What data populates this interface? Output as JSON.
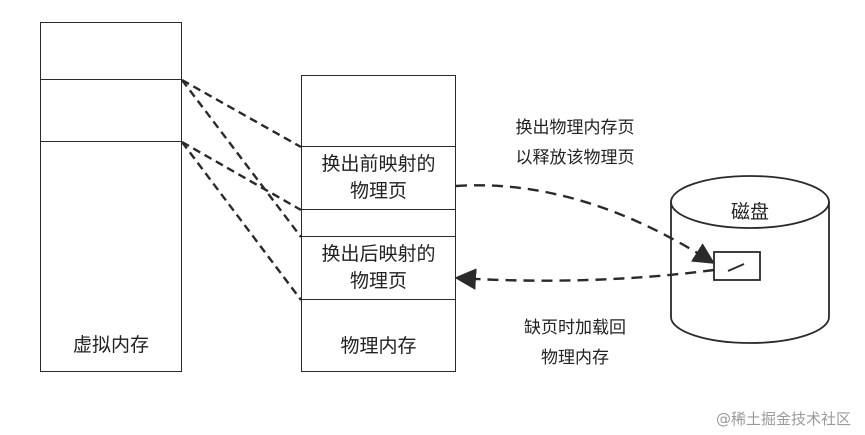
{
  "virtual_memory": {
    "label": "虚拟内存"
  },
  "physical_memory": {
    "label": "物理内存",
    "page_before_swap": [
      "换出前映射的",
      "物理页"
    ],
    "page_after_swap": [
      "换出后映射的",
      "物理页"
    ]
  },
  "disk": {
    "label": "磁盘"
  },
  "swap_out_note": [
    "换出物理内存页",
    "以释放该物理页"
  ],
  "swap_in_note": [
    "缺页时加载回",
    "物理内存"
  ],
  "watermark": "@稀土掘金技术社区",
  "colors": {
    "stroke": "#2a2a2a",
    "background": "#ffffff",
    "watermark": "#9a9a9a"
  }
}
